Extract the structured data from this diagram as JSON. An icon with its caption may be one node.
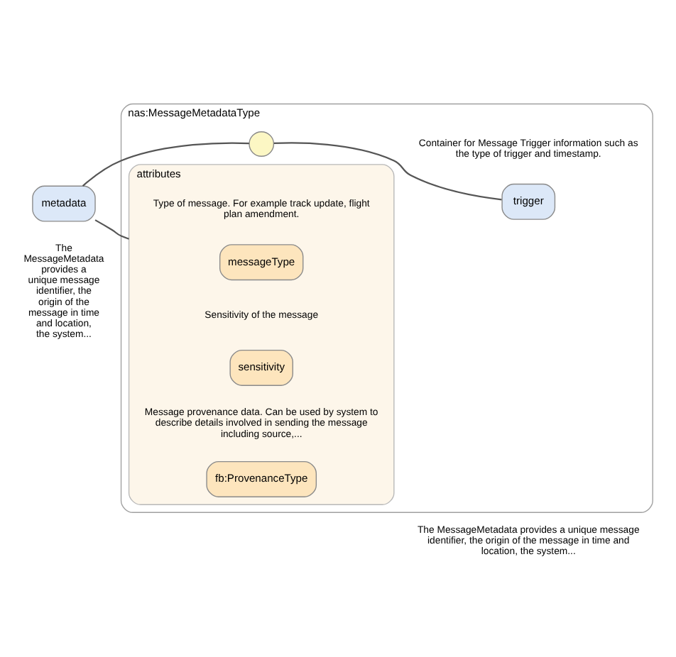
{
  "diagram": {
    "nodes": [
      {
        "text": [
          "metadata"
        ],
        "beside": [
          "The MessageMetadata provides a unique message identifier, the origin of the message in time and location, the system..."
        ]
      },
      {
        "text": [
          "nas:MessageMetadataType"
        ],
        "beside": [
          "The MessageMetadata provides a unique message identifier, the origin of the message in time and location, the system..."
        ]
      },
      {
        "text": [
          "attributes"
        ],
        "in": 1
      },
      {
        "text": [
          "messageType"
        ],
        "in": 2,
        "beside": [
          "Type of message. For example track update, flight plan amendment."
        ]
      },
      {
        "text": [
          "sensitivity"
        ],
        "in": 2,
        "beside": [
          "Sensitivity of the message"
        ]
      },
      {
        "text": [
          "fb:ProvenanceType"
        ],
        "in": 2,
        "beside": [
          "Message provenance data. Can be used by system to describe details involved in sending the message including source,..."
        ]
      },
      {
        "text": [],
        "shape": "circle",
        "in": 1
      },
      {
        "text": [
          "trigger"
        ],
        "in": 1,
        "beside": [
          "Container for Message Trigger information such as the type of trigger and timestamp."
        ]
      }
    ],
    "edges": [
      {
        "from": 0,
        "to": 2,
        "arrow": "none"
      },
      {
        "from": 0,
        "to": 6,
        "arrow": "none"
      },
      {
        "from": 6,
        "to": 7,
        "arrow": "none"
      }
    ]
  }
}
